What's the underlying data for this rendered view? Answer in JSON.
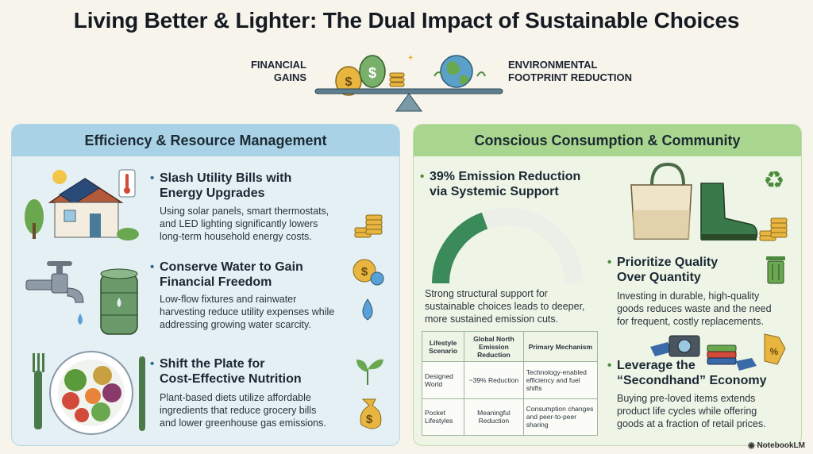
{
  "title": "Living Better & Lighter: The Dual Impact of Sustainable Choices",
  "balance": {
    "left_label_1": "FINANCIAL",
    "left_label_2": "GAINS",
    "right_label_1": "ENVIRONMENTAL",
    "right_label_2": "FOOTPRINT REDUCTION"
  },
  "left_panel": {
    "heading": "Efficiency & Resource Management",
    "items": [
      {
        "head_1": "Slash Utility Bills with",
        "head_2": "Energy Upgrades",
        "body_1": "Using solar panels, smart thermostats,",
        "body_2": "and LED lighting significantly lowers",
        "body_3": "long-term household energy costs."
      },
      {
        "head_1": "Conserve Water to Gain",
        "head_2": "Financial Freedom",
        "body_1": "Low-flow fixtures and rainwater",
        "body_2": "harvesting reduce utility expenses while",
        "body_3": "addressing growing water scarcity."
      },
      {
        "head_1": "Shift the Plate for",
        "head_2": "Cost-Effective Nutrition",
        "body_1": "Plant-based diets utilize affordable",
        "body_2": "ingredients that reduce grocery bills",
        "body_3": "and lower greenhouse gas emissions."
      }
    ]
  },
  "right_panel": {
    "heading": "Conscious Consumption & Community",
    "emission": {
      "head_1": "39% Emission Reduction",
      "head_2": "via Systemic Support",
      "gauge_fraction": 0.39,
      "body_1": "Strong structural support for",
      "body_2": "sustainable choices leads to deeper,",
      "body_3": "more sustained emission cuts."
    },
    "table": {
      "headers": [
        "Lifestyle Scenario",
        "Global North Emission Reduction",
        "Primary Mechanism"
      ],
      "rows": [
        [
          "Designed World",
          "~39% Reduction",
          "Technology-enabled efficiency and fuel shifts"
        ],
        [
          "Pocket Lifestyles",
          "Meaningful Reduction",
          "Consumption changes and peer-to-peer sharing"
        ]
      ]
    },
    "items": [
      {
        "head_1": "Prioritize Quality",
        "head_2": "Over Quantity",
        "body_1": "Investing in durable, high-quality",
        "body_2": "goods reduces waste and the need",
        "body_3": "for frequent, costly replacements."
      },
      {
        "head_1": "Leverage the",
        "head_2": "“Secondhand” Economy",
        "body_1": "Buying pre-loved items extends",
        "body_2": "product life cycles while offering",
        "body_3": "goods at a fraction of retail prices."
      }
    ]
  },
  "brand": "NotebookLM",
  "colors": {
    "blue_panel": "#e4f0f4",
    "green_panel": "#eef5e6",
    "blue_header": "#a9d2e6",
    "green_header": "#a9d68e",
    "gold": "#e8b540",
    "green": "#4a8a3a"
  }
}
